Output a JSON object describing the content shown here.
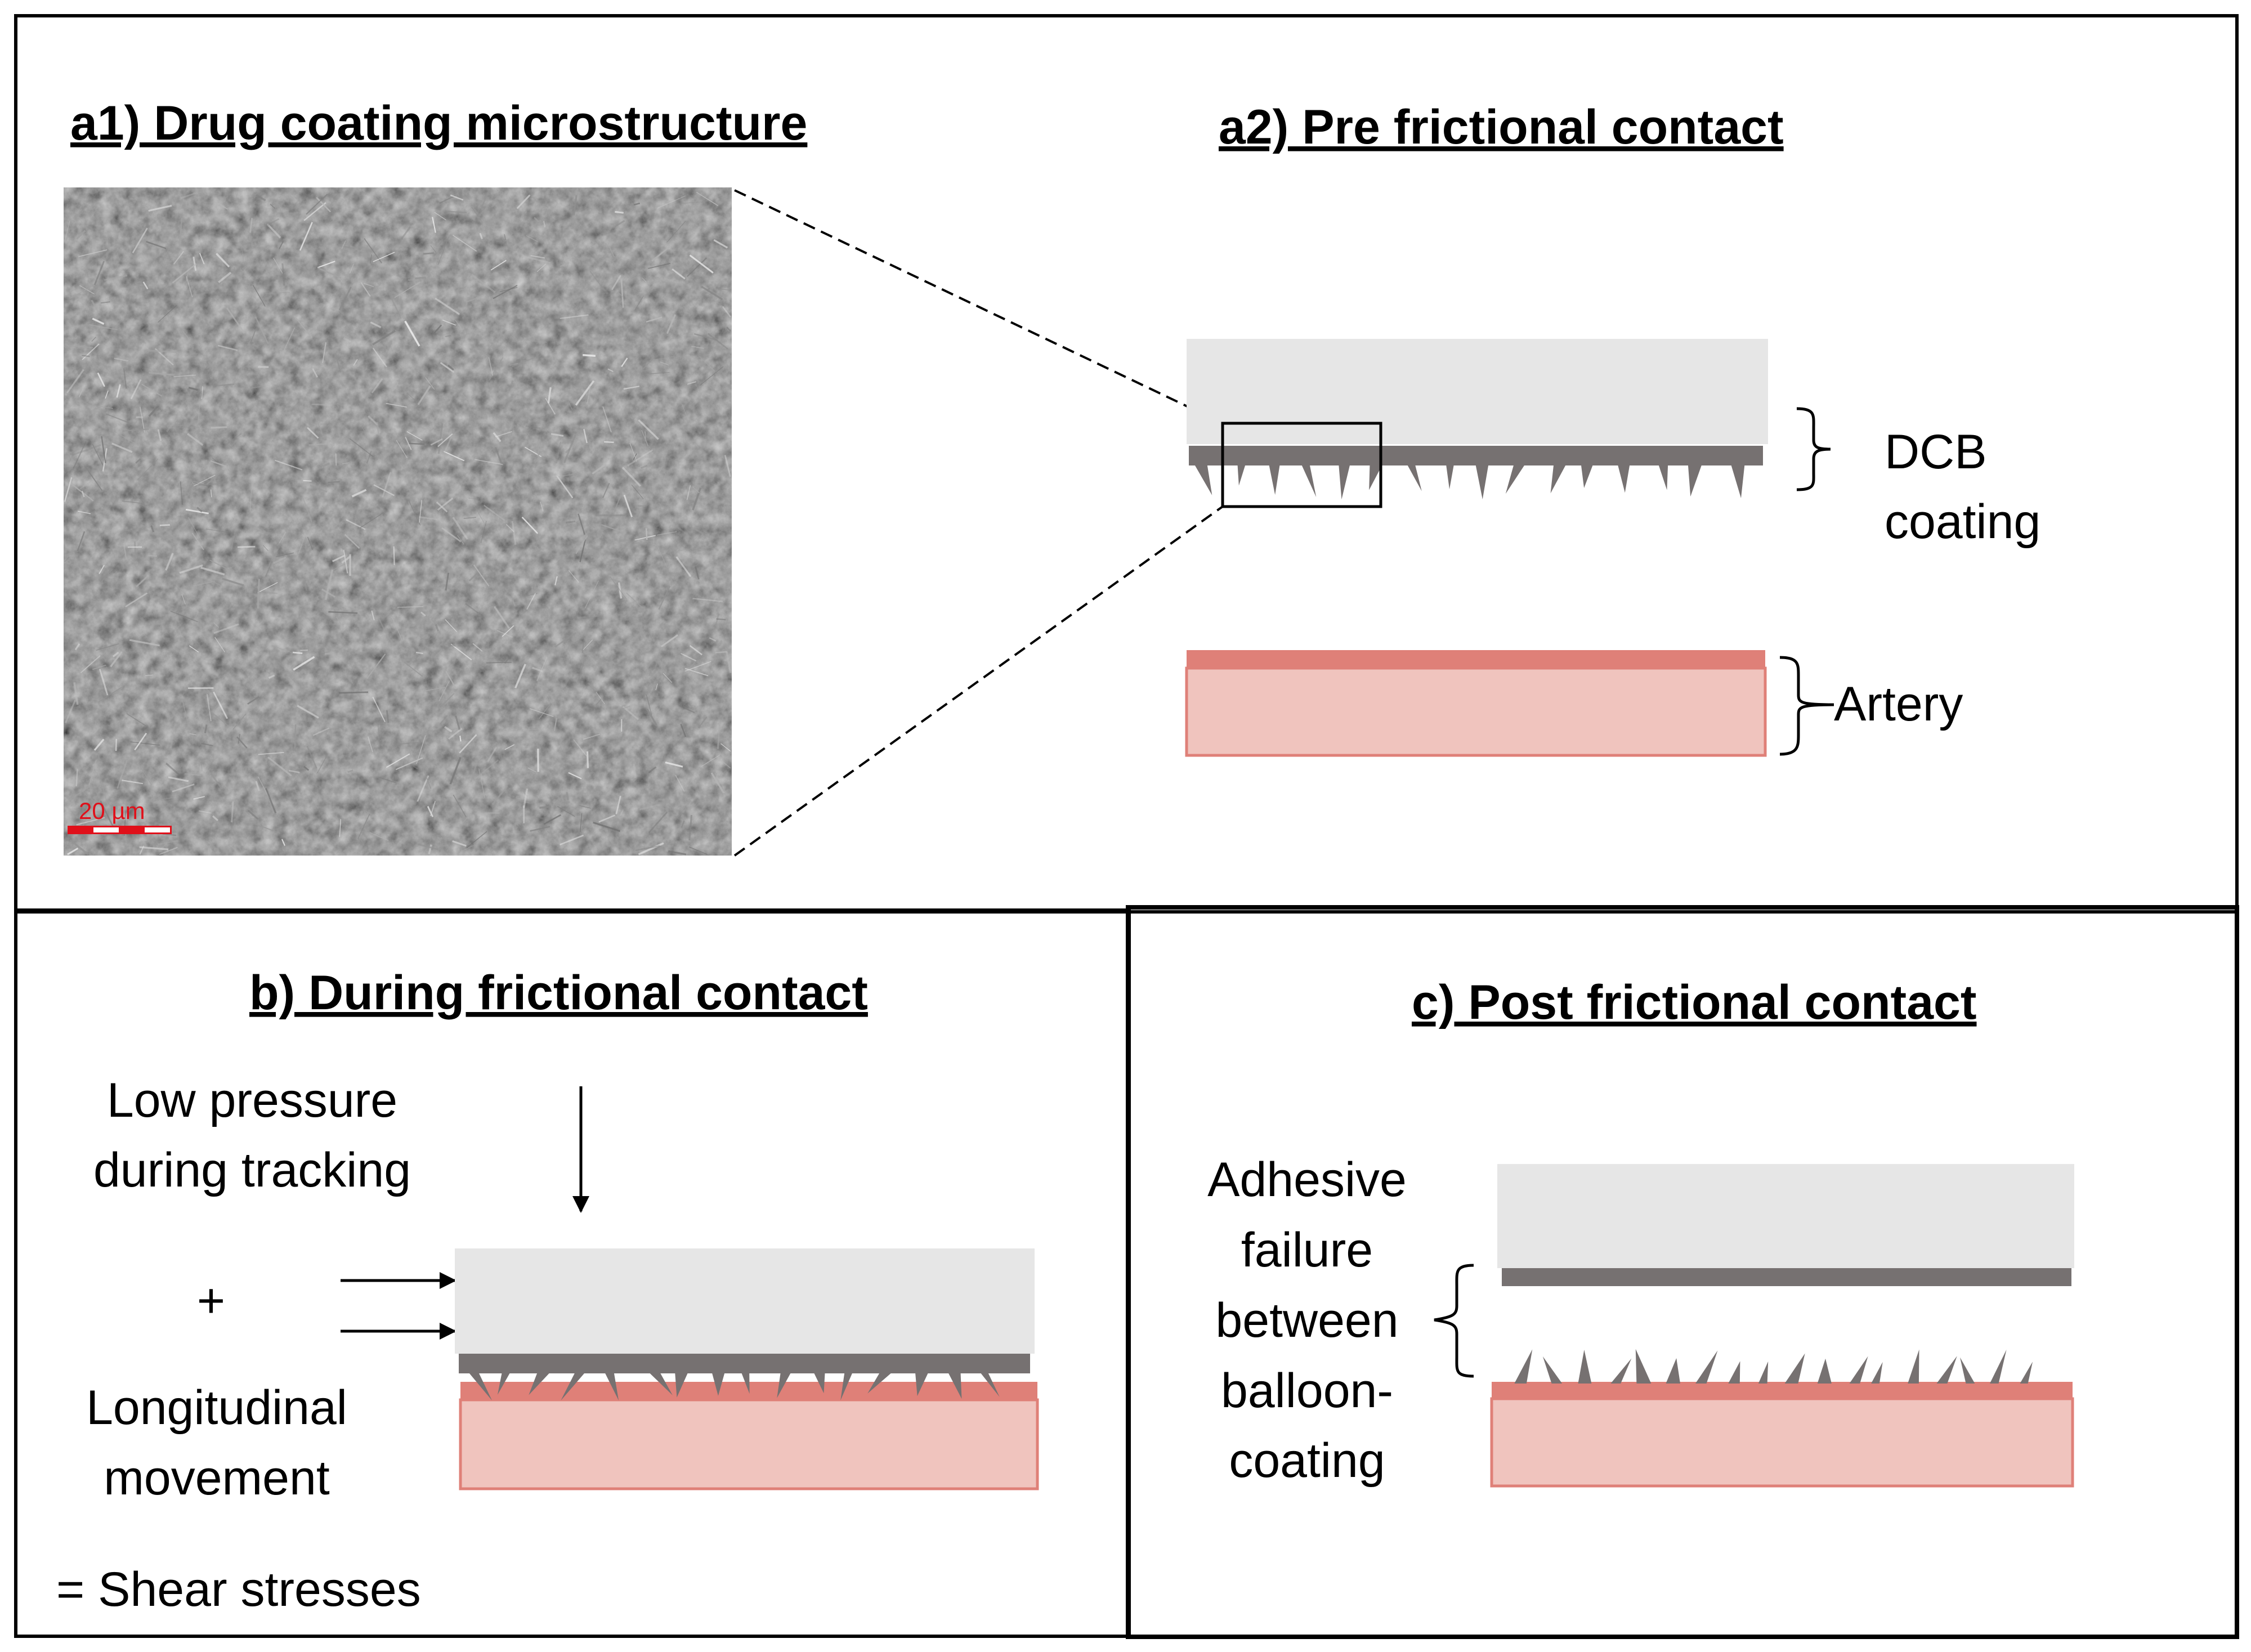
{
  "panels": {
    "a1": {
      "title": "a1) Drug coating microstructure",
      "scale_bar": "20 µm"
    },
    "a2": {
      "title": "a2) Pre frictional contact",
      "dcb_label_line1": "DCB",
      "dcb_label_line2": "coating",
      "artery_label": "Artery"
    },
    "b": {
      "title": "b) During frictional contact",
      "pressure_line1": "Low pressure",
      "pressure_line2": "during tracking",
      "plus": "+",
      "movement_line1": "Longitudinal",
      "movement_line2": "movement",
      "result": "=  Shear stresses"
    },
    "c": {
      "title": "c) Post frictional contact",
      "failure_line1": "Adhesive",
      "failure_line2": "failure",
      "failure_line3": "between",
      "failure_line4": "balloon-",
      "failure_line5": "coating"
    }
  },
  "colors": {
    "balloon": "#e6e6e6",
    "coating": "#767171",
    "artery_fill": "#f0c4be",
    "artery_edge": "#df8078",
    "scale_bar": "#e0101a",
    "micrograph_bg": "#070707"
  }
}
